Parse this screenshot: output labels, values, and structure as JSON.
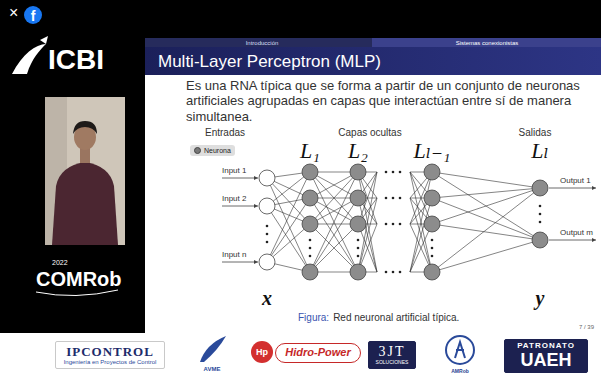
{
  "diagram": {
    "title": "Multi-Layer Perceptron (MLP)",
    "nodes": [
      {
        "text": [
          "IPCONTROL",
          "Ingeniería en Proyectos de Control"
        ]
      },
      {
        "text": [
          "Hidro-Power"
        ]
      },
      {
        "text": [
          "3JT",
          "SOLUCIONES"
        ]
      },
      {
        "text": [
          "PATRONATO",
          "UAEH"
        ]
      }
    ],
    "labels": [
      "×",
      "f",
      "ICBI",
      "2022",
      "COMRob",
      "Introducción",
      "Sistemas conexionistas",
      "Es una RNA típica que se forma a partir de un conjunto de neuronas artificiales agrupadas en capas que interactúan entre sí de manera simultanea.",
      "Entradas",
      "Capas ocultas",
      "Salidas",
      "L₁",
      "L₂",
      "Lₗ₋₁",
      "Lₗ",
      "Input 1",
      "Input 2",
      "Input n",
      "Output 1",
      "Output m",
      "x",
      "y",
      "Figura:",
      "Red neuronal artificial típica.",
      "7 / 39",
      "AVME",
      "AMRob",
      "Hp"
    ],
    "legend": [
      {
        "text": "Neurona"
      }
    ]
  }
}
